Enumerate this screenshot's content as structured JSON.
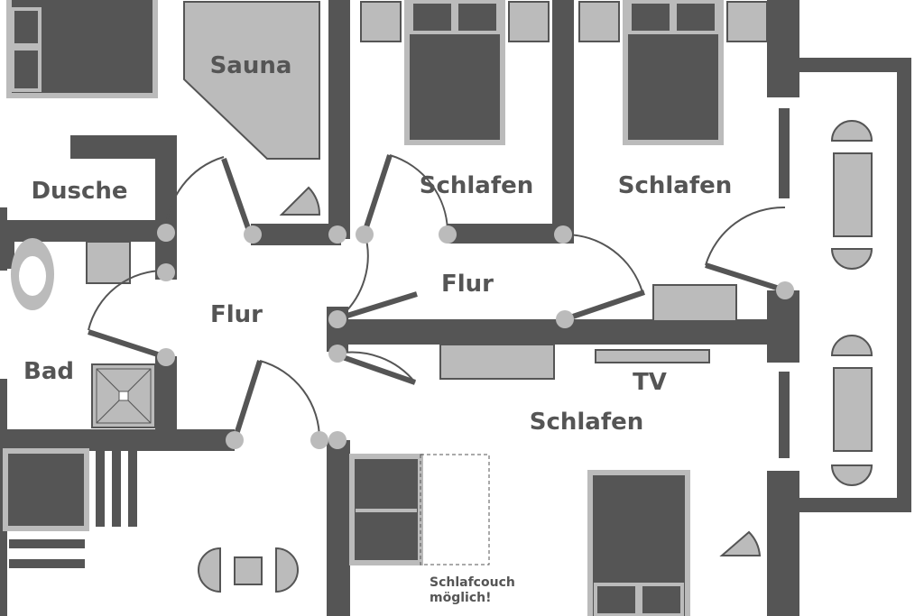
{
  "floorplan": {
    "rooms": {
      "sauna": "Sauna",
      "dusche": "Dusche",
      "bad": "Bad",
      "flur_left": "Flur",
      "flur_center": "Flur",
      "schlafen_1": "Schlafen",
      "schlafen_2": "Schlafen",
      "schlafen_3": "Schlafen"
    },
    "labels": {
      "tv": "TV",
      "sofa_note_line1": "Schlafcouch",
      "sofa_note_line2": "möglich!"
    },
    "colors": {
      "wall": "#555555",
      "furniture_light": "#bbbbbb",
      "background": "#ffffff"
    }
  }
}
